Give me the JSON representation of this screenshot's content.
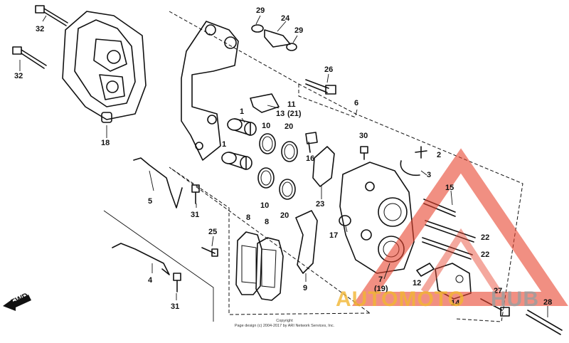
{
  "labels": {
    "l32a": "32",
    "l32b": "32",
    "l18": "18",
    "l29a": "29",
    "l24": "24",
    "l29b": "29",
    "l26": "26",
    "l11": "11",
    "l13": "13",
    "l21a": "(21)",
    "l6": "6",
    "l1a": "1",
    "l1b": "1",
    "l10a": "10",
    "l20a": "20",
    "l10b": "10",
    "l20b": "20",
    "l16": "16",
    "l30": "30",
    "l2": "2",
    "l3": "3",
    "l5": "5",
    "l31a": "31",
    "l23": "23",
    "l15": "15",
    "l17": "17",
    "l22a": "22",
    "l22b": "22",
    "l25": "25",
    "l8a": "8",
    "l8b": "8",
    "l9": "9",
    "l4": "4",
    "l31b": "31",
    "l7": "7",
    "l19": "(19)",
    "l12": "12",
    "l27": "27",
    "l14": "14",
    "l28": "28",
    "fwd": "FWD"
  },
  "copyright": {
    "line1": "Copyright",
    "line2": "Page design (c) 2004-2017 by ARI Network Services, Inc."
  },
  "watermark": {
    "part1": "AUTOMOTO",
    "part2": "HUB",
    "color_main": "#f2b632",
    "color_accent": "#e8452f",
    "color_gray": "#9e9e9e"
  }
}
